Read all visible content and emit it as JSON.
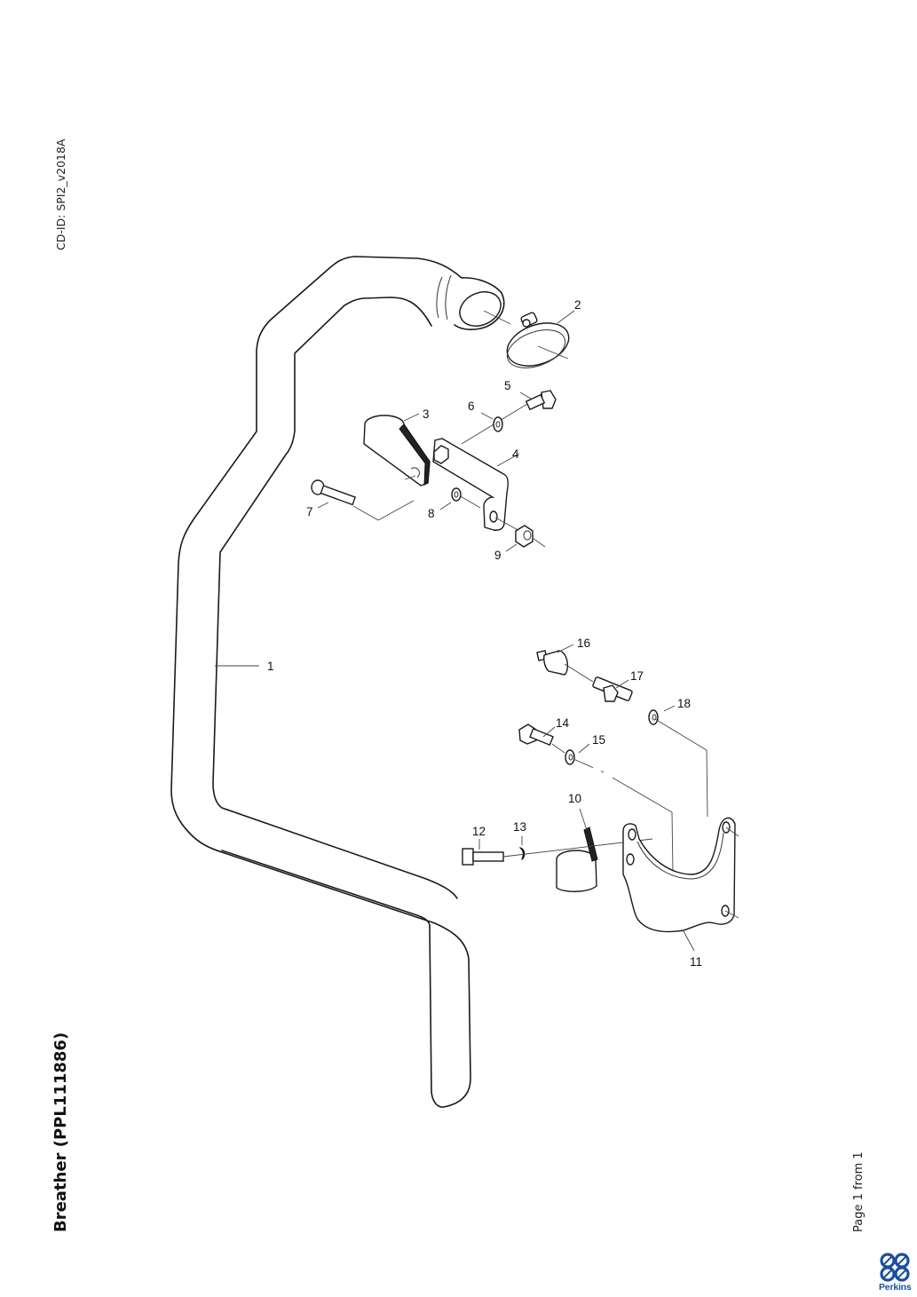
{
  "document": {
    "cd_id": "CD-ID: SPI2_v2018A",
    "title": "Breather (PPL111886)",
    "page_indicator": "Page 1 from 1",
    "brand": {
      "name": "Perkins",
      "color": "#1a4f9c"
    }
  },
  "diagram": {
    "type": "exploded-parts-view",
    "callouts": [
      {
        "id": "1",
        "part": "breather-pipe"
      },
      {
        "id": "2",
        "part": "hose-clip"
      },
      {
        "id": "3",
        "part": "pipe-clip"
      },
      {
        "id": "4",
        "part": "bracket"
      },
      {
        "id": "5",
        "part": "bolt"
      },
      {
        "id": "6",
        "part": "washer"
      },
      {
        "id": "7",
        "part": "bolt"
      },
      {
        "id": "8",
        "part": "washer"
      },
      {
        "id": "9",
        "part": "spacer"
      },
      {
        "id": "10",
        "part": "pipe-clip"
      },
      {
        "id": "11",
        "part": "bracket"
      },
      {
        "id": "12",
        "part": "bolt"
      },
      {
        "id": "13",
        "part": "spring-washer"
      },
      {
        "id": "14",
        "part": "bolt"
      },
      {
        "id": "15",
        "part": "washer"
      },
      {
        "id": "16",
        "part": "spacer"
      },
      {
        "id": "17",
        "part": "stud"
      },
      {
        "id": "18",
        "part": "washer"
      }
    ]
  }
}
